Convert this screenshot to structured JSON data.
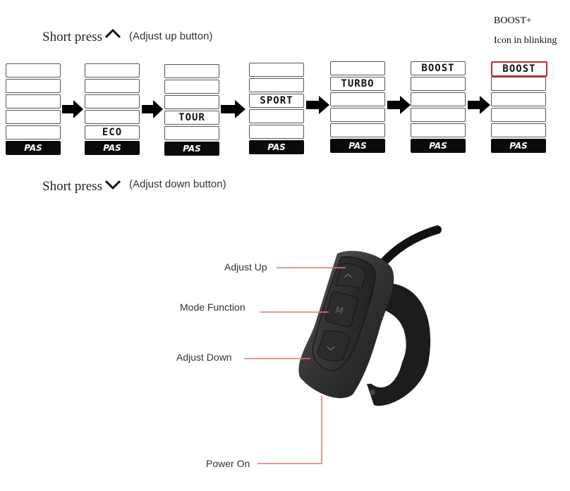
{
  "top": {
    "short_press_up": "Short press",
    "up_note": "(Adjust up button)",
    "short_press_down": "Short press",
    "down_note": "(Adjust down button)",
    "boost_plus": "BOOST+",
    "blink_note": "Icon in blinking"
  },
  "columns": [
    {
      "label": "",
      "level": "",
      "pas": "PAS"
    },
    {
      "label": "ECO",
      "level": "1",
      "pas": "PAS"
    },
    {
      "label": "TOUR",
      "level": "2",
      "pas": "PAS"
    },
    {
      "label": "SPORT",
      "level": "3",
      "pas": "PAS"
    },
    {
      "label": "TURBO",
      "level": "4",
      "pas": "PAS"
    },
    {
      "label": "BOOST",
      "level": "5",
      "pas": "PAS"
    },
    {
      "label": "BOOST",
      "level": "5",
      "pas": "PAS",
      "blinking": true
    }
  ],
  "controller": {
    "adjust_up": "Adjust Up",
    "mode_function": "Mode Function",
    "adjust_down": "Adjust Down",
    "power_on": "Power On"
  },
  "colors": {
    "leader_line": "#e57373",
    "highlight": "#c62828"
  }
}
